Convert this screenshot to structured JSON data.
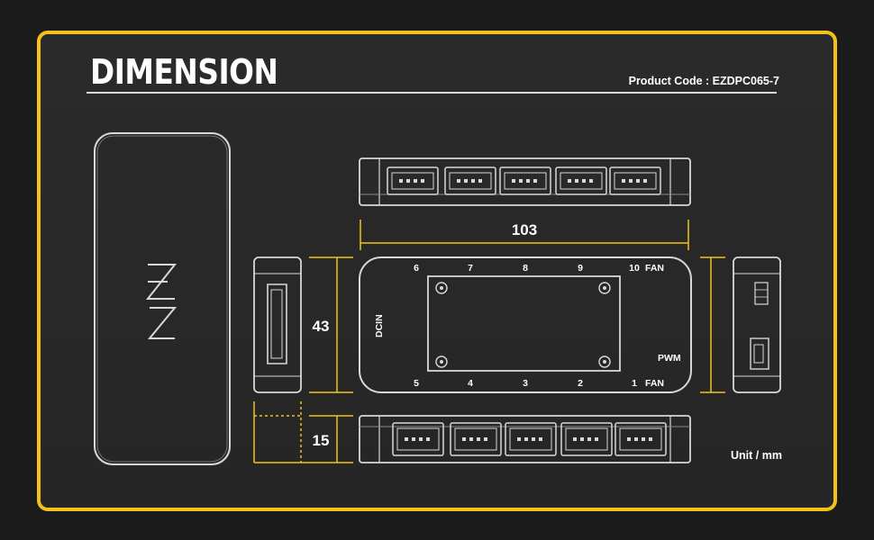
{
  "title": "DIMENSION",
  "product_code": "Product Code : EZDPC065-7",
  "unit": "Unit / mm",
  "logo_mark": "EZ",
  "dimensions": {
    "length": "103",
    "width": "43",
    "height": "15"
  },
  "labels": {
    "top_row_ports": [
      "6",
      "7",
      "8",
      "9",
      "10"
    ],
    "bottom_row_ports": [
      "5",
      "4",
      "3",
      "2",
      "1"
    ],
    "fan_top": "FAN",
    "fan_bottom": "FAN",
    "pwm": "PWM",
    "dcin": "DCIN"
  },
  "colors": {
    "accent": "#f2c21b",
    "line": "#d8d8d8",
    "background": "#262626",
    "text": "#ffffff"
  }
}
